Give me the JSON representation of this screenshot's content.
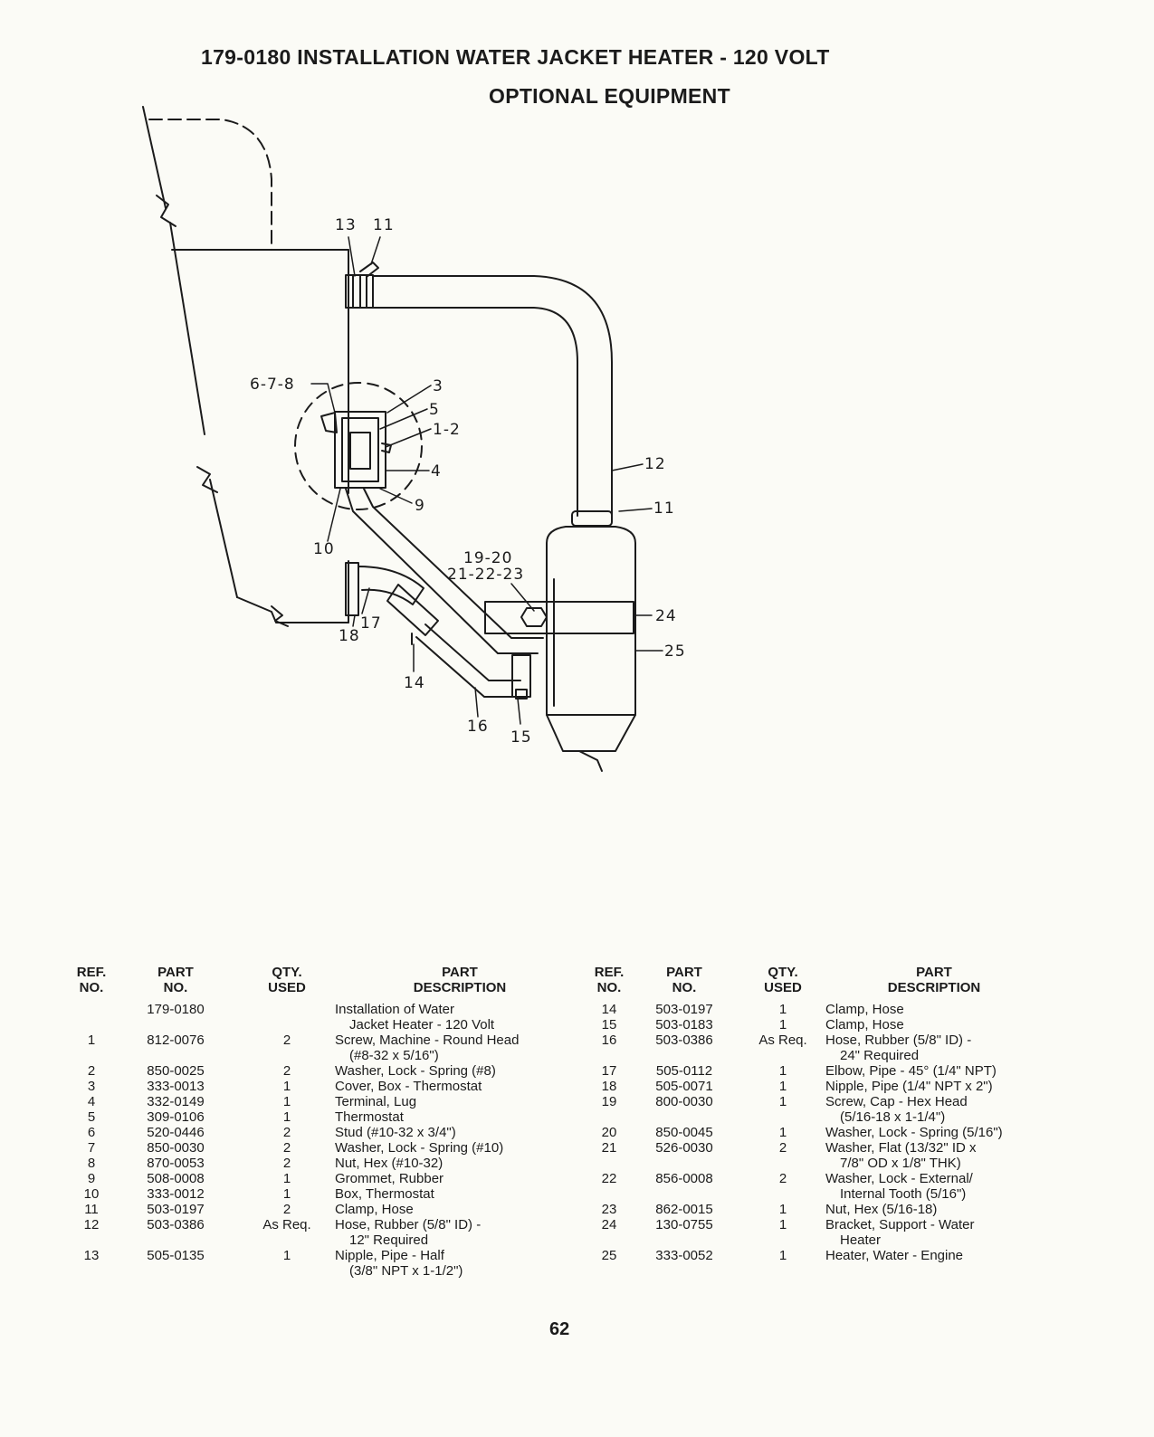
{
  "title": "179-0180 INSTALLATION WATER JACKET HEATER - 120 VOLT",
  "subtitle": "OPTIONAL EQUIPMENT",
  "callouts": {
    "c13": "13",
    "c11_top": "11",
    "c678": "6-7-8",
    "c3": "3",
    "c5": "5",
    "c12b": "1-2",
    "c4": "4",
    "c9": "9",
    "c10": "10",
    "c12": "12",
    "c11_mid": "11",
    "c1920": "19-20",
    "c212223": "21-22-23",
    "c24": "24",
    "c25": "25",
    "c17": "17",
    "c18": "18",
    "c14": "14",
    "c16": "16",
    "c15": "15"
  },
  "table_headers": {
    "ref": [
      "REF.",
      "NO."
    ],
    "part": [
      "PART",
      "NO."
    ],
    "qty": [
      "QTY.",
      "USED"
    ],
    "desc": [
      "PART",
      "DESCRIPTION"
    ]
  },
  "parts_left": [
    {
      "ref": "",
      "part": "179-0180",
      "qty": "",
      "desc": "Installation of Water",
      "desc2": "Jacket Heater - 120 Volt"
    },
    {
      "ref": "1",
      "part": "812-0076",
      "qty": "2",
      "desc": "Screw, Machine - Round Head",
      "desc2": "(#8-32 x 5/16\")"
    },
    {
      "ref": "2",
      "part": "850-0025",
      "qty": "2",
      "desc": "Washer, Lock - Spring (#8)",
      "desc2": ""
    },
    {
      "ref": "3",
      "part": "333-0013",
      "qty": "1",
      "desc": "Cover, Box - Thermostat",
      "desc2": ""
    },
    {
      "ref": "4",
      "part": "332-0149",
      "qty": "1",
      "desc": "Terminal, Lug",
      "desc2": ""
    },
    {
      "ref": "5",
      "part": "309-0106",
      "qty": "1",
      "desc": "Thermostat",
      "desc2": ""
    },
    {
      "ref": "6",
      "part": "520-0446",
      "qty": "2",
      "desc": "Stud (#10-32 x 3/4\")",
      "desc2": ""
    },
    {
      "ref": "7",
      "part": "850-0030",
      "qty": "2",
      "desc": "Washer, Lock - Spring (#10)",
      "desc2": ""
    },
    {
      "ref": "8",
      "part": "870-0053",
      "qty": "2",
      "desc": "Nut, Hex (#10-32)",
      "desc2": ""
    },
    {
      "ref": "9",
      "part": "508-0008",
      "qty": "1",
      "desc": "Grommet, Rubber",
      "desc2": ""
    },
    {
      "ref": "10",
      "part": "333-0012",
      "qty": "1",
      "desc": "Box, Thermostat",
      "desc2": ""
    },
    {
      "ref": "11",
      "part": "503-0197",
      "qty": "2",
      "desc": "Clamp, Hose",
      "desc2": ""
    },
    {
      "ref": "12",
      "part": "503-0386",
      "qty": "As Req.",
      "desc": "Hose, Rubber (5/8\" ID) -",
      "desc2": "12\" Required"
    },
    {
      "ref": "13",
      "part": "505-0135",
      "qty": "1",
      "desc": "Nipple, Pipe - Half",
      "desc2": "(3/8\" NPT x 1-1/2\")"
    }
  ],
  "parts_right": [
    {
      "ref": "14",
      "part": "503-0197",
      "qty": "1",
      "desc": "Clamp, Hose",
      "desc2": ""
    },
    {
      "ref": "15",
      "part": "503-0183",
      "qty": "1",
      "desc": "Clamp, Hose",
      "desc2": ""
    },
    {
      "ref": "16",
      "part": "503-0386",
      "qty": "As Req.",
      "desc": "Hose, Rubber (5/8\" ID) -",
      "desc2": "24\" Required"
    },
    {
      "ref": "17",
      "part": "505-0112",
      "qty": "1",
      "desc": "Elbow, Pipe - 45° (1/4\" NPT)",
      "desc2": ""
    },
    {
      "ref": "18",
      "part": "505-0071",
      "qty": "1",
      "desc": "Nipple, Pipe (1/4\" NPT x 2\")",
      "desc2": ""
    },
    {
      "ref": "19",
      "part": "800-0030",
      "qty": "1",
      "desc": "Screw, Cap - Hex Head",
      "desc2": "(5/16-18 x 1-1/4\")"
    },
    {
      "ref": "20",
      "part": "850-0045",
      "qty": "1",
      "desc": "Washer, Lock - Spring (5/16\")",
      "desc2": ""
    },
    {
      "ref": "21",
      "part": "526-0030",
      "qty": "2",
      "desc": "Washer, Flat (13/32\" ID x",
      "desc2": "7/8\" OD x 1/8\" THK)"
    },
    {
      "ref": "22",
      "part": "856-0008",
      "qty": "2",
      "desc": "Washer, Lock - External/",
      "desc2": "Internal Tooth (5/16\")"
    },
    {
      "ref": "23",
      "part": "862-0015",
      "qty": "1",
      "desc": "Nut, Hex (5/16-18)",
      "desc2": ""
    },
    {
      "ref": "24",
      "part": "130-0755",
      "qty": "1",
      "desc": "Bracket, Support - Water",
      "desc2": "Heater"
    },
    {
      "ref": "25",
      "part": "333-0052",
      "qty": "1",
      "desc": "Heater, Water - Engine",
      "desc2": ""
    }
  ],
  "page_number": "62"
}
